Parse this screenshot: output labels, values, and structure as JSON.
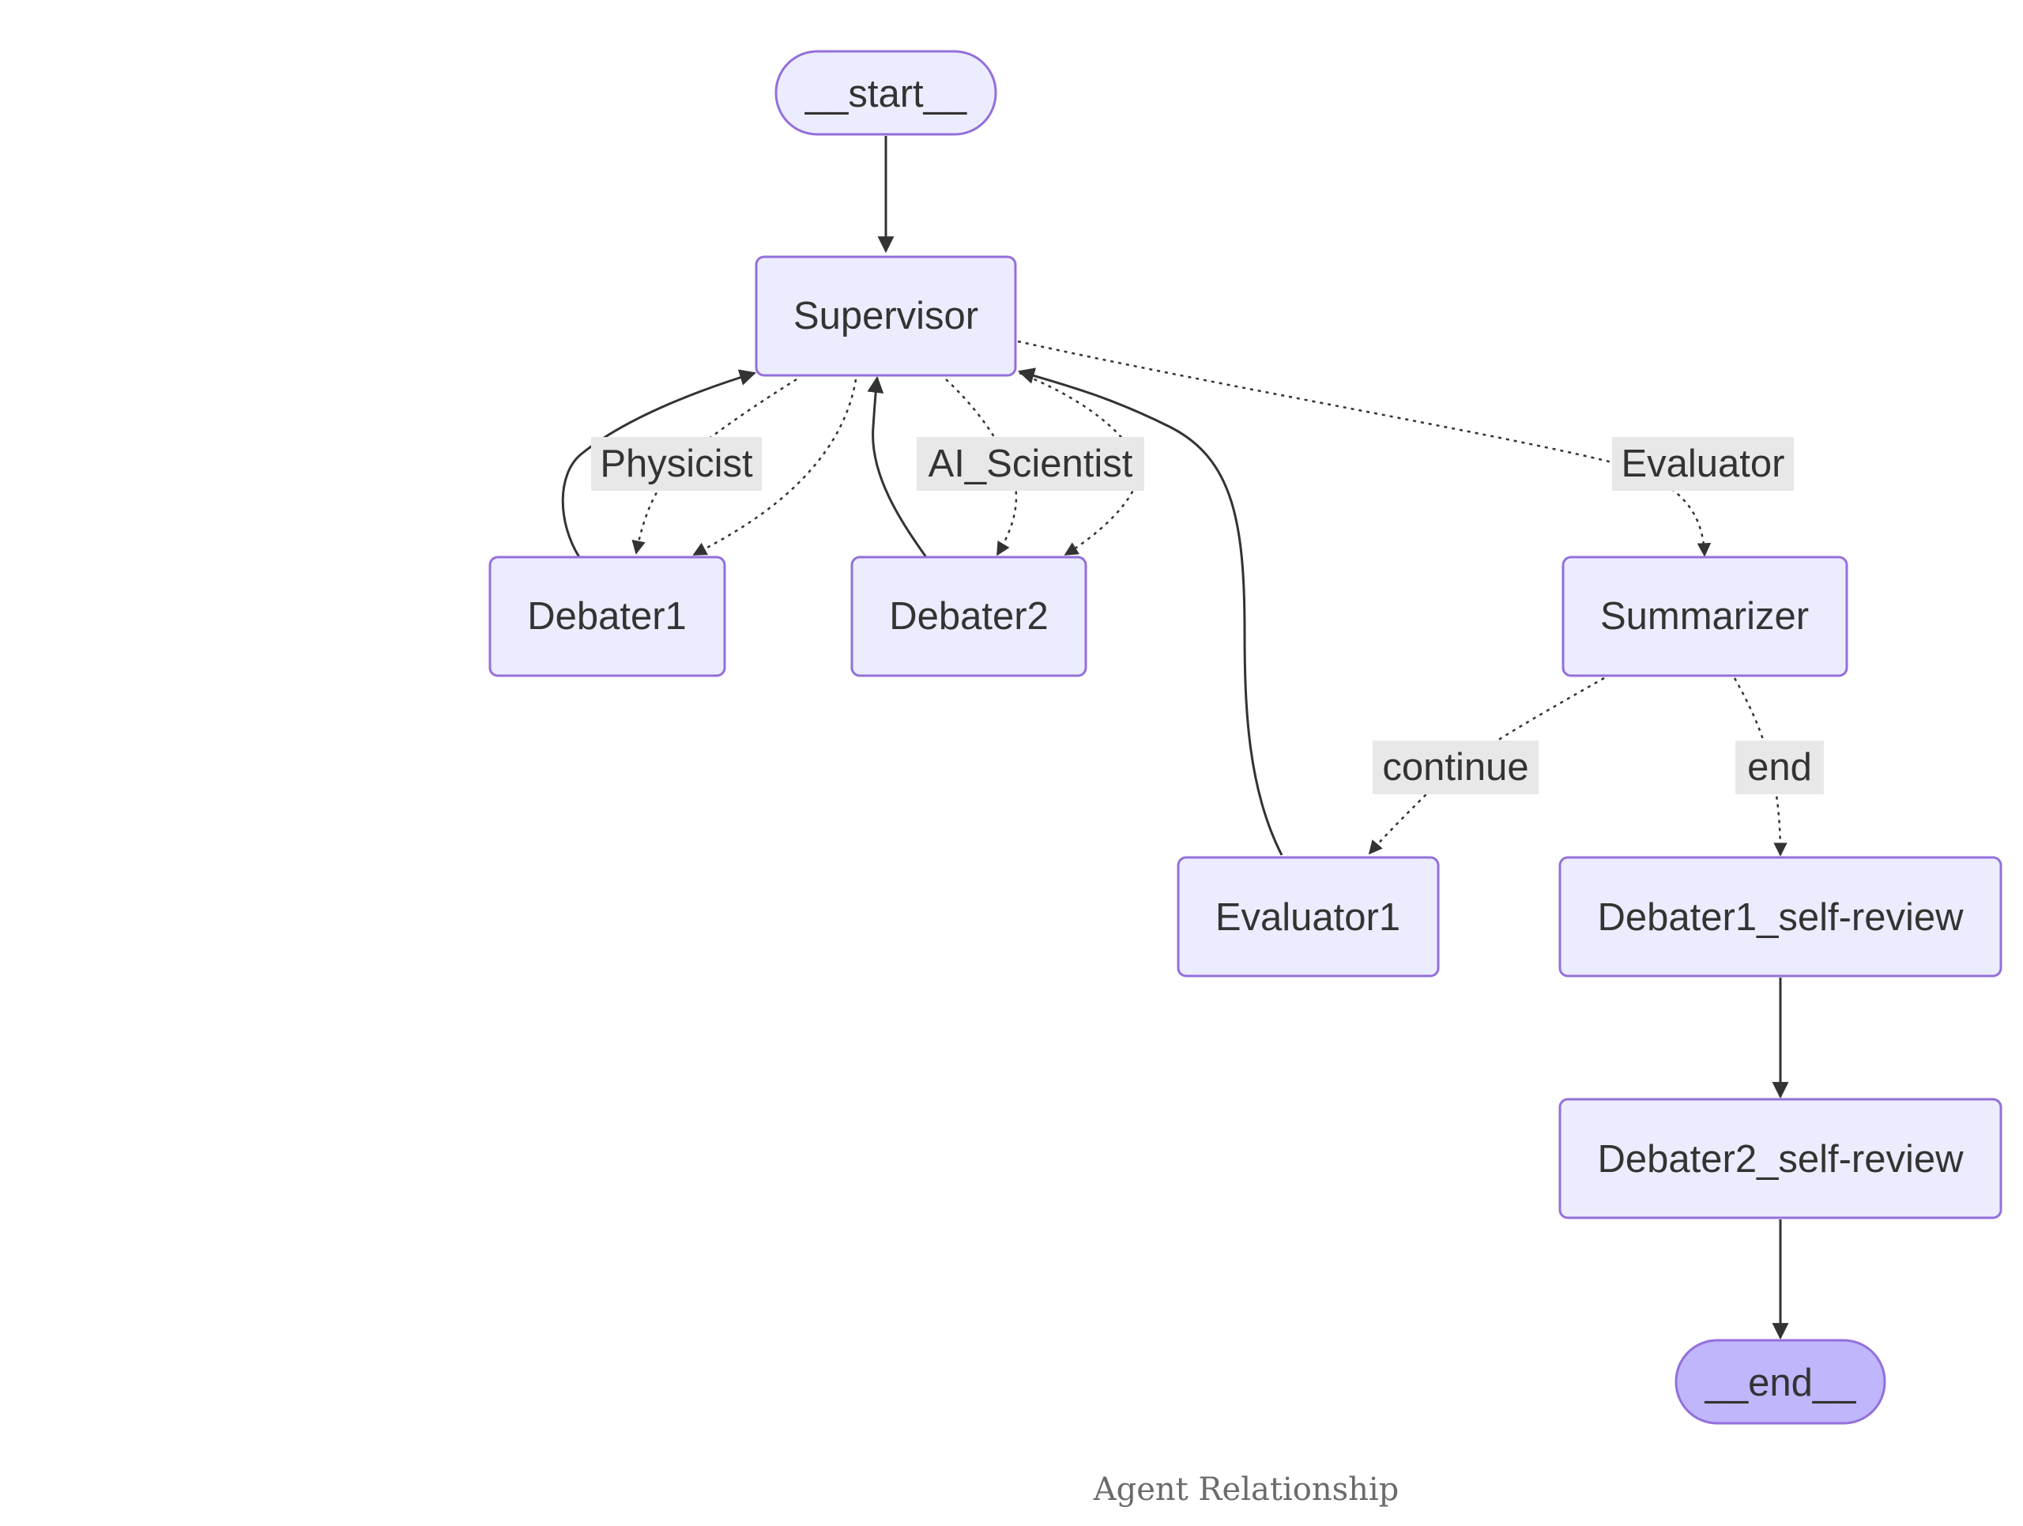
{
  "nodes": {
    "start": "__start__",
    "supervisor": "Supervisor",
    "debater1": "Debater1",
    "debater2": "Debater2",
    "summarizer": "Summarizer",
    "evaluator1": "Evaluator1",
    "debater1_review": "Debater1_self-review",
    "debater2_review": "Debater2_self-review",
    "end": "__end__"
  },
  "edge_labels": {
    "physicist": "Physicist",
    "ai_scientist": "AI_Scientist",
    "evaluator": "Evaluator",
    "continue": "continue",
    "end": "end"
  },
  "caption": "Agent Relationship",
  "colors": {
    "node_fill": "#ECECFF",
    "node_stroke": "#9370DB",
    "end_fill": "#BFB6FC",
    "edge": "#333333",
    "label_bg": "#e8e8e8"
  }
}
